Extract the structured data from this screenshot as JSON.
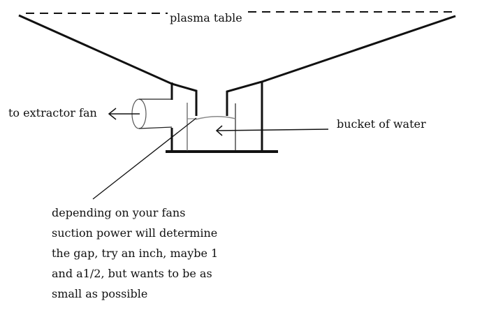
{
  "diagram": {
    "title_label": "plasma table",
    "fan_label": "to extractor fan",
    "bucket_label": "bucket of water",
    "note_lines": [
      "depending on your fans",
      "suction power will determine",
      "the gap, try an inch, maybe 1",
      "and a1/2, but wants to be as",
      "small as possible"
    ],
    "colors": {
      "ink": "#111111",
      "water_line": "#888888",
      "background": "#ffffff"
    }
  }
}
